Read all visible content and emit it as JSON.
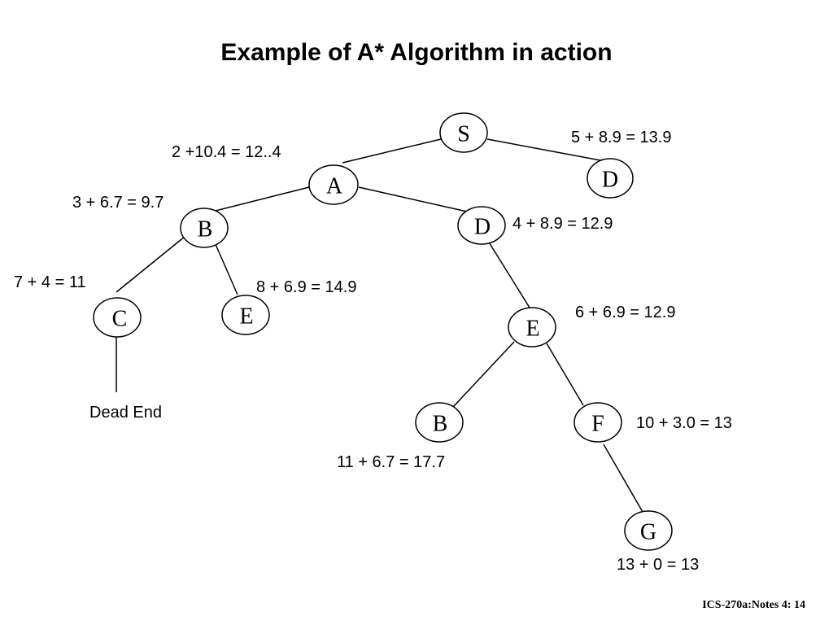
{
  "title": "Example of A* Algorithm in action",
  "footer": "ICS-270a:Notes 4: 14",
  "nodes": {
    "S": "S",
    "A": "A",
    "D_top": "D",
    "B_left": "B",
    "D_mid": "D",
    "C": "C",
    "E_left": "E",
    "E_mid": "E",
    "B_low": "B",
    "F": "F",
    "G": "G"
  },
  "annotations": {
    "A": "2 +10.4 = 12..4",
    "D_top": "5 + 8.9 = 13.9",
    "B_left": "3 + 6.7 = 9.7",
    "D_mid": "4 + 8.9 = 12.9",
    "C": "7 + 4 = 11",
    "E_left": "8 + 6.9 = 14.9",
    "E_mid": "6 + 6.9 = 12.9",
    "F": "10 + 3.0 = 13",
    "B_low": "11 + 6.7 = 17.7",
    "G": "13 + 0 = 13",
    "dead_end": "Dead End"
  }
}
